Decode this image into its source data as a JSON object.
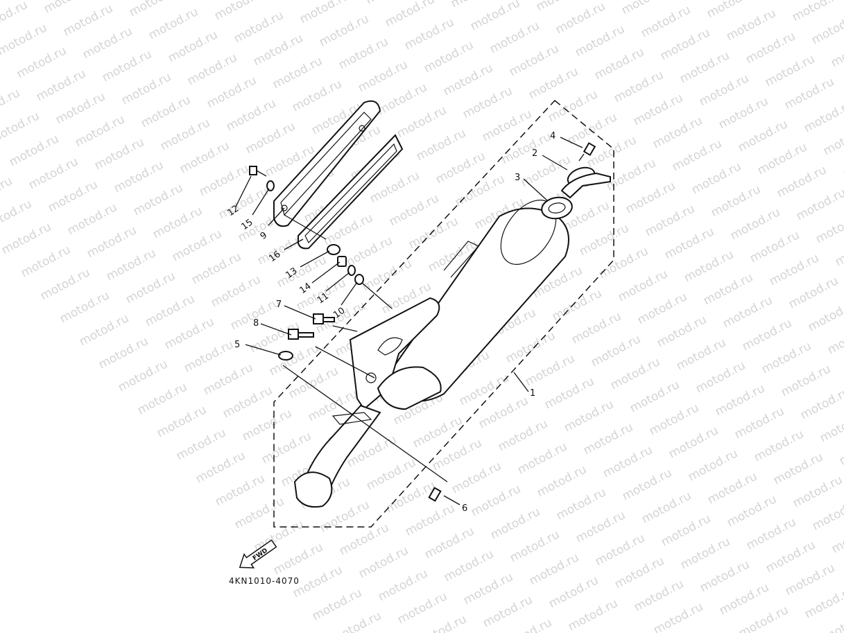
{
  "watermark": {
    "text": "motod.ru"
  },
  "callouts": [
    {
      "id": "1",
      "label": "1"
    },
    {
      "id": "2",
      "label": "2"
    },
    {
      "id": "3",
      "label": "3"
    },
    {
      "id": "4",
      "label": "4"
    },
    {
      "id": "5",
      "label": "5"
    },
    {
      "id": "6",
      "label": "6"
    },
    {
      "id": "7",
      "label": "7"
    },
    {
      "id": "8",
      "label": "8"
    },
    {
      "id": "9",
      "label": "9"
    },
    {
      "id": "10",
      "label": "10"
    },
    {
      "id": "11",
      "label": "11"
    },
    {
      "id": "12",
      "label": "12"
    },
    {
      "id": "13",
      "label": "13"
    },
    {
      "id": "14",
      "label": "14"
    },
    {
      "id": "15",
      "label": "15"
    },
    {
      "id": "16",
      "label": "16"
    }
  ],
  "fwd_label": "FWD",
  "diagram_code": "4KN1010-4070"
}
